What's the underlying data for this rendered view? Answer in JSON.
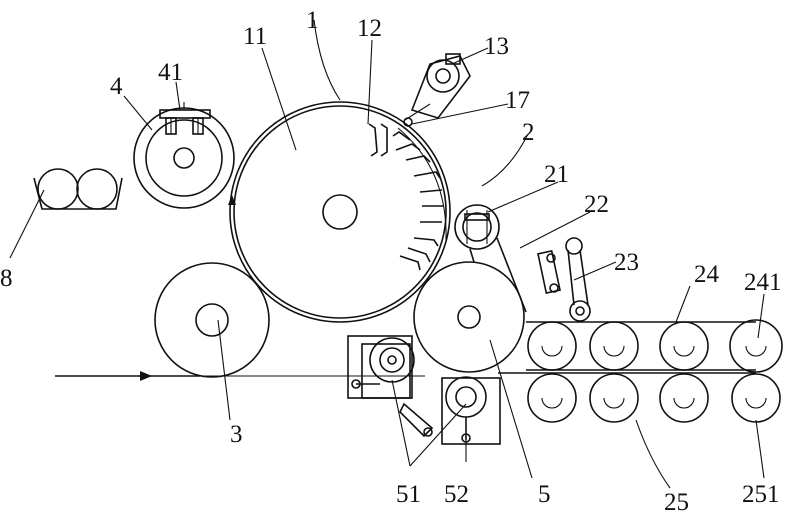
{
  "labels": {
    "l1": "1",
    "l11": "11",
    "l12": "12",
    "l13": "13",
    "l17": "17",
    "l2": "2",
    "l21": "21",
    "l22": "22",
    "l23": "23",
    "l24": "24",
    "l241": "241",
    "l3": "3",
    "l4": "4",
    "l41": "41",
    "l8": "8",
    "l5": "5",
    "l51": "51",
    "l52": "52",
    "l25": "25",
    "l251": "251"
  }
}
